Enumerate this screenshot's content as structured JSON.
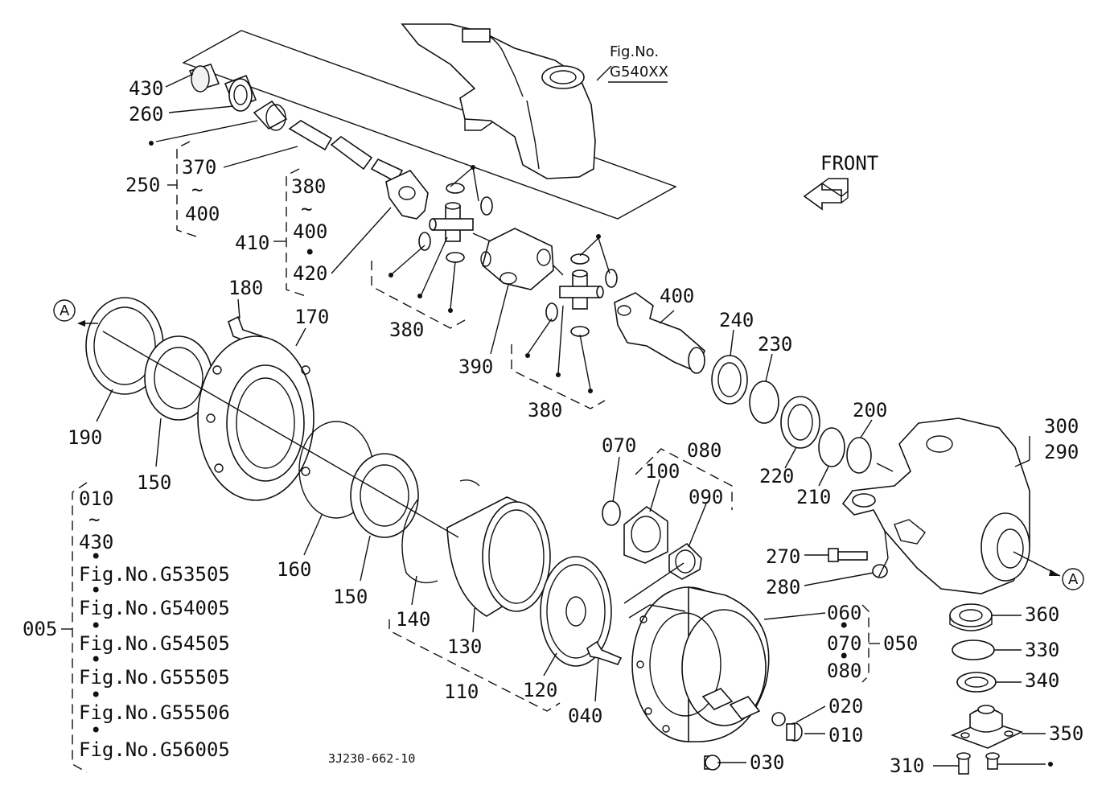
{
  "diagram": {
    "fig_ref": [
      "Fig.No.",
      "G540XX"
    ],
    "direction_label": "FRONT",
    "view_marker": "A",
    "drawing_code": "3J230-662-10",
    "tilde": "~",
    "bullet": "•",
    "part_labels": {
      "p430": "430",
      "p260": "260",
      "p250": "250",
      "p370": "370",
      "p400a": "400",
      "p380a": "380",
      "p400b": "400",
      "p420": "420",
      "p410": "410",
      "p380b": "380",
      "p390": "390",
      "p380c": "380",
      "p400c": "400",
      "p180": "180",
      "p170": "170",
      "p190": "190",
      "p150a": "150",
      "p240": "240",
      "p230": "230",
      "p220": "220",
      "p210": "210",
      "p200": "200",
      "p300": "300",
      "p290": "290",
      "p070a": "070",
      "p080a": "080",
      "p100": "100",
      "p090": "090",
      "p160": "160",
      "p150b": "150",
      "p140": "140",
      "p130": "130",
      "p110": "110",
      "p120": "120",
      "p040": "040",
      "p270": "270",
      "p280": "280",
      "p060": "060",
      "p070b": "070",
      "p080b": "080",
      "p050": "050",
      "p020": "020",
      "p010": "010",
      "p030": "030",
      "p360": "360",
      "p330": "330",
      "p340": "340",
      "p350": "350",
      "p310": "310"
    },
    "assembly": {
      "group_label": "005",
      "range_start": "010",
      "range_end": "430",
      "figures": [
        "Fig.No.G53505",
        "Fig.No.G54005",
        "Fig.No.G54505",
        "Fig.No.G55505",
        "Fig.No.G55506",
        "Fig.No.G56005"
      ]
    }
  }
}
